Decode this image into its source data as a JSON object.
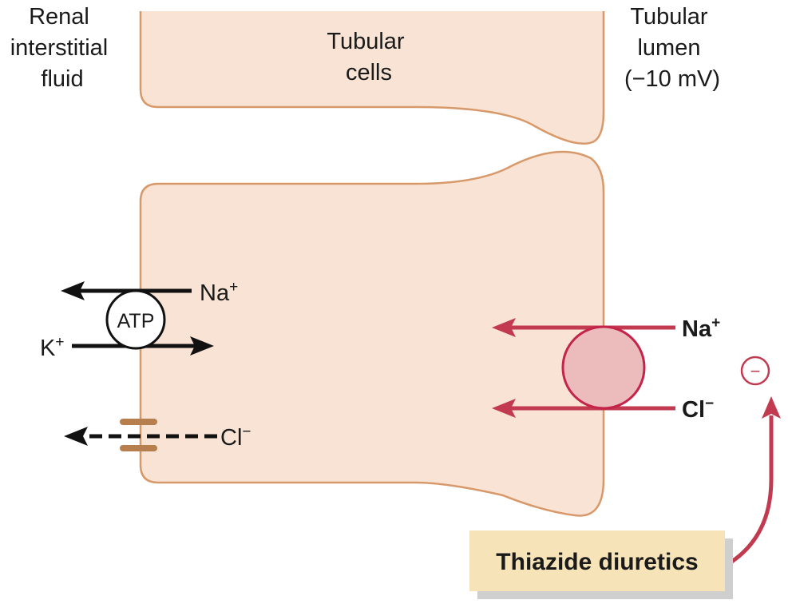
{
  "labels": {
    "renal_interstitial_fluid": [
      "Renal",
      "interstitial",
      "fluid"
    ],
    "tubular_cells": [
      "Tubular",
      "cells"
    ],
    "tubular_lumen": [
      "Tubular",
      "lumen",
      "(−10 mV)"
    ]
  },
  "basolateral": {
    "pump_label": "ATP",
    "na_out_label": "Na",
    "na_out_charge": "+",
    "k_in_label": "K",
    "k_in_charge": "+",
    "cl_channel_label": "Cl",
    "cl_channel_charge": "−"
  },
  "apical": {
    "na_label": "Na",
    "na_charge": "+",
    "cl_label": "Cl",
    "cl_charge": "−"
  },
  "drug": {
    "name": "Thiazide diuretics",
    "inhibition_symbol": "−"
  },
  "colors": {
    "cell_fill": "#f8e3d4",
    "cell_stroke": "#d8996a",
    "transporter_fill": "#ecbcbc",
    "transporter_stroke": "#c4234a",
    "arrow_red": "#c23a50",
    "channel": "#b87f4e",
    "drug_box": "#f6e4b8",
    "drug_shadow": "#cfcfcf",
    "inhibit_symbol": "#c23a50"
  }
}
